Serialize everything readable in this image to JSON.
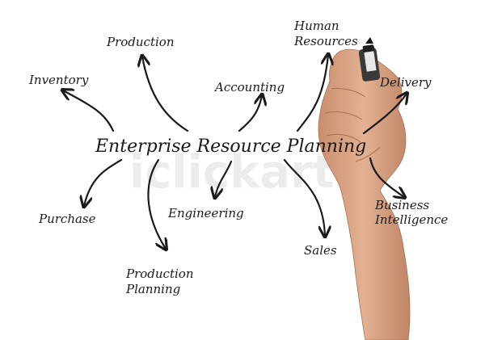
{
  "diagram": {
    "center": "Enterprise Resource Planning",
    "nodes": {
      "production": "Production",
      "inventory": "Inventory",
      "human_resources_line1": "Human",
      "human_resources_line2": "Resources",
      "accounting": "Accounting",
      "delivery": "Delivery",
      "purchase": "Purchase",
      "engineering": "Engineering",
      "production_planning_line1": "Production",
      "production_planning_line2": "Planning",
      "sales": "Sales",
      "business_intelligence_line1": "Business",
      "business_intelligence_line2": "Intelligence"
    },
    "watermark": "iclickart"
  },
  "colors": {
    "ink": "#1a1a1a",
    "background": "#ffffff",
    "skin": "#d9a586",
    "marker_cap": "#2b2b2b"
  }
}
